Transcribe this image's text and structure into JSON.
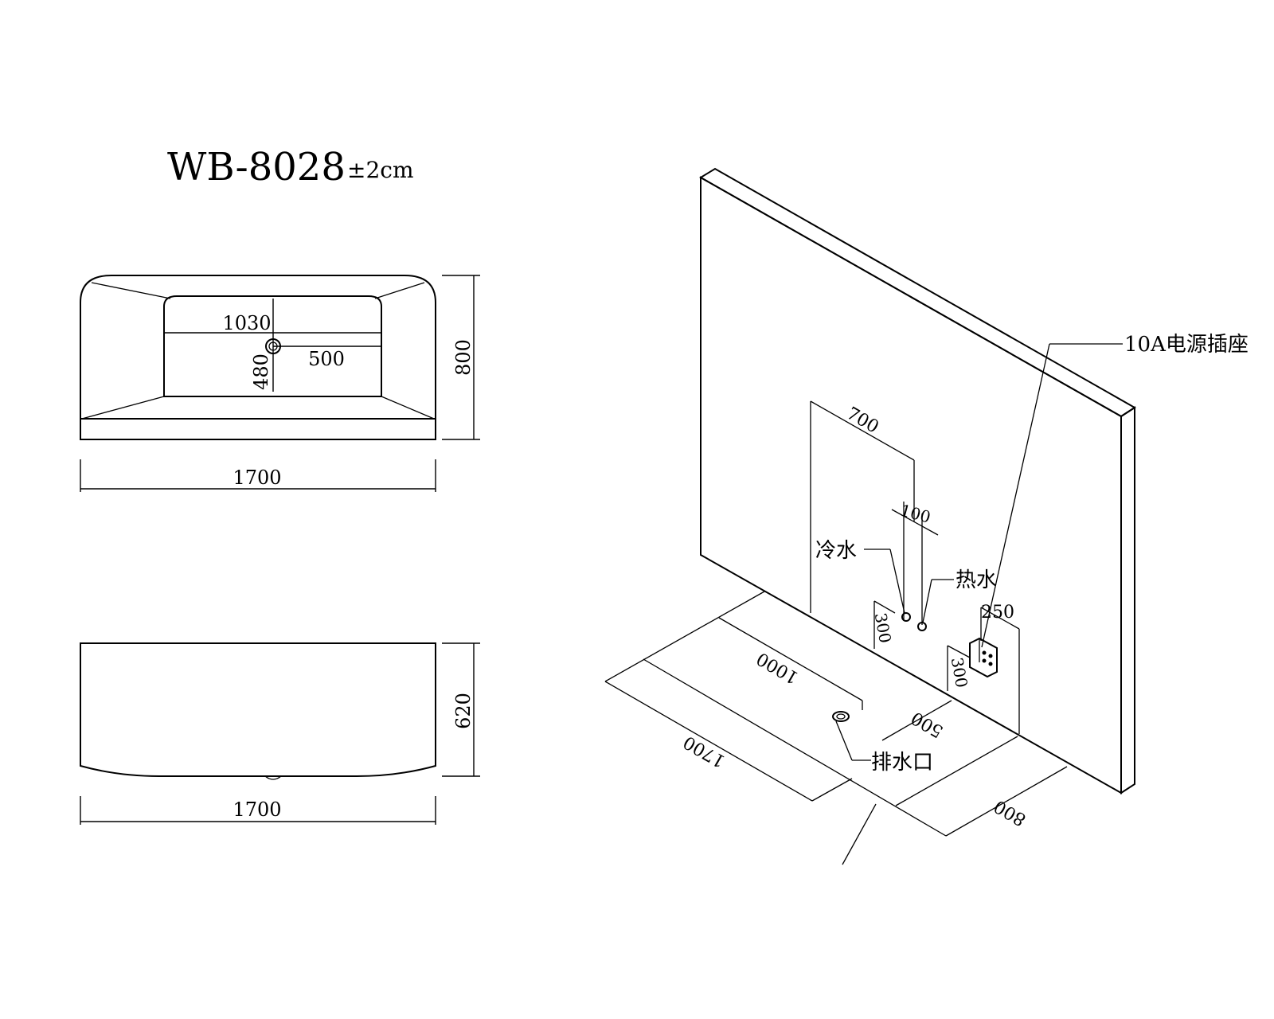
{
  "title": {
    "model": "WB-8028",
    "tolerance": "±2cm"
  },
  "top_view": {
    "inner_width": "1030",
    "drain_offset": "500",
    "drain_depth": "480",
    "overall_width": "1700",
    "overall_depth": "800"
  },
  "front_view": {
    "overall_width": "1700",
    "height": "620"
  },
  "installation": {
    "socket_label": "10A电源插座",
    "cold_water": "冷水",
    "hot_water": "热水",
    "drain_outlet": "排水口",
    "dim_700": "700",
    "dim_100": "100",
    "dim_250": "250",
    "dim_300_water": "300",
    "dim_300_socket": "300",
    "dim_1000": "1000",
    "dim_500": "500",
    "dim_1700": "1700",
    "dim_800": "800"
  }
}
